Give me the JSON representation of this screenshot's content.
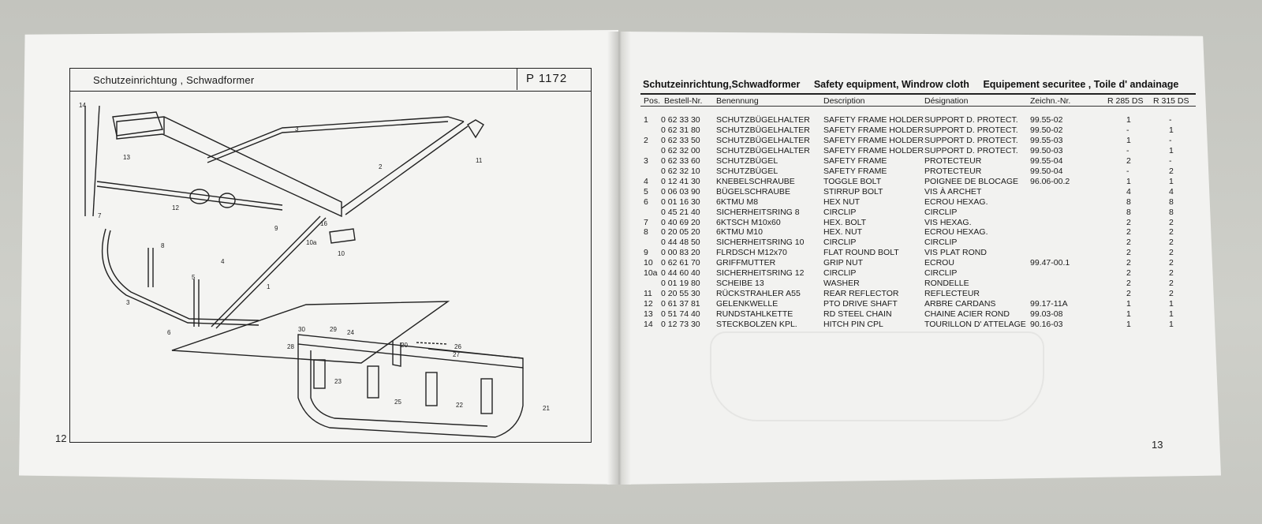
{
  "left_page": {
    "header_title": "Schutzeinrichtung ,  Schwadformer",
    "header_code": "P 1172",
    "page_number": "12",
    "diagram_callouts": [
      "14",
      "13",
      "3",
      "2",
      "11",
      "12",
      "7",
      "9",
      "8",
      "16",
      "10a",
      "10",
      "4",
      "1",
      "5",
      "3",
      "6",
      "30",
      "29",
      "24",
      "20",
      "26",
      "27",
      "28",
      "23",
      "25",
      "22",
      "21"
    ]
  },
  "right_page": {
    "title_de": "Schutzeinrichtung,Schwadformer",
    "title_en": "Safety equipment, Windrow cloth",
    "title_fr": "Equipement securitee , Toile d' andainage",
    "page_number": "13",
    "columns": [
      "Pos.",
      "Bestell-Nr.",
      "Benennung",
      "Description",
      "Désignation",
      "Zeichn.-Nr.",
      "R 285 DS",
      "R 315 DS"
    ],
    "rows": [
      {
        "pos": "1",
        "nr": "0 62 33 30",
        "ben": "SCHUTZBÜGELHALTER",
        "desc": "SAFETY FRAME HOLDER",
        "des": "SUPPORT D. PROTECT.",
        "zn": "99.55-02",
        "r285": "1",
        "r315": "-"
      },
      {
        "pos": "",
        "nr": "0 62 31 80",
        "ben": "SCHUTZBÜGELHALTER",
        "desc": "SAFETY FRAME HOLDER",
        "des": "SUPPORT D. PROTECT.",
        "zn": "99.50-02",
        "r285": "-",
        "r315": "1"
      },
      {
        "pos": "2",
        "nr": "0 62 33 50",
        "ben": "SCHUTZBÜGELHALTER",
        "desc": "SAFETY FRAME HOLDER",
        "des": "SUPPORT D. PROTECT.",
        "zn": "99.55-03",
        "r285": "1",
        "r315": "-"
      },
      {
        "pos": "",
        "nr": "0 62 32 00",
        "ben": "SCHUTZBÜGELHALTER",
        "desc": "SAFETY FRAME HOLDER",
        "des": "SUPPORT D. PROTECT.",
        "zn": "99.50-03",
        "r285": "-",
        "r315": "1"
      },
      {
        "pos": "3",
        "nr": "0 62 33 60",
        "ben": "SCHUTZBÜGEL",
        "desc": "SAFETY FRAME",
        "des": "PROTECTEUR",
        "zn": "99.55-04",
        "r285": "2",
        "r315": "-"
      },
      {
        "pos": "",
        "nr": "0 62 32 10",
        "ben": "SCHUTZBÜGEL",
        "desc": "SAFETY FRAME",
        "des": "PROTECTEUR",
        "zn": "99.50-04",
        "r285": "-",
        "r315": "2"
      },
      {
        "pos": "4",
        "nr": "0 12 41 30",
        "ben": "KNEBELSCHRAUBE",
        "desc": "TOGGLE BOLT",
        "des": "POIGNEE DE BLOCAGE",
        "zn": "96.06-00.2",
        "r285": "1",
        "r315": "1"
      },
      {
        "pos": "5",
        "nr": "0 06 03 90",
        "ben": "BÜGELSCHRAUBE",
        "desc": "STIRRUP BOLT",
        "des": "VIS À ARCHET",
        "zn": "",
        "r285": "4",
        "r315": "4"
      },
      {
        "pos": "6",
        "nr": "0 01 16 30",
        "ben": "6KTMU M8",
        "desc": "HEX NUT",
        "des": "ECROU HEXAG.",
        "zn": "",
        "r285": "8",
        "r315": "8"
      },
      {
        "pos": "",
        "nr": "0 45 21 40",
        "ben": "SICHERHEITSRING 8",
        "desc": "CIRCLIP",
        "des": "CIRCLIP",
        "zn": "",
        "r285": "8",
        "r315": "8"
      },
      {
        "pos": "7",
        "nr": "0 40 69 20",
        "ben": "6KTSCH M10x60",
        "desc": "HEX. BOLT",
        "des": "VIS HEXAG.",
        "zn": "",
        "r285": "2",
        "r315": "2"
      },
      {
        "pos": "8",
        "nr": "0 20 05 20",
        "ben": "6KTMU M10",
        "desc": "HEX. NUT",
        "des": "ECROU HEXAG.",
        "zn": "",
        "r285": "2",
        "r315": "2"
      },
      {
        "pos": "",
        "nr": "0 44 48 50",
        "ben": "SICHERHEITSRING 10",
        "desc": "CIRCLIP",
        "des": "CIRCLIP",
        "zn": "",
        "r285": "2",
        "r315": "2"
      },
      {
        "pos": "9",
        "nr": "0 00 83 20",
        "ben": "FLRDSCH M12x70",
        "desc": "FLAT ROUND BOLT",
        "des": "VIS PLAT ROND",
        "zn": "",
        "r285": "2",
        "r315": "2"
      },
      {
        "pos": "10",
        "nr": "0 62 61 70",
        "ben": "GRIFFMUTTER",
        "desc": "GRIP NUT",
        "des": "ECROU",
        "zn": "99.47-00.1",
        "r285": "2",
        "r315": "2"
      },
      {
        "pos": "10a",
        "nr": "0 44 60 40",
        "ben": "SICHERHEITSRING 12",
        "desc": "CIRCLIP",
        "des": "CIRCLIP",
        "zn": "",
        "r285": "2",
        "r315": "2"
      },
      {
        "pos": "",
        "nr": "0 01 19 80",
        "ben": "SCHEIBE 13",
        "desc": "WASHER",
        "des": "RONDELLE",
        "zn": "",
        "r285": "2",
        "r315": "2"
      },
      {
        "pos": "11",
        "nr": "0 20 55 30",
        "ben": "RÜCKSTRAHLER A55",
        "desc": "REAR REFLECTOR",
        "des": "REFLECTEUR",
        "zn": "",
        "r285": "2",
        "r315": "2"
      },
      {
        "pos": "12",
        "nr": "0 61 37 81",
        "ben": "GELENKWELLE",
        "desc": "PTO DRIVE SHAFT",
        "des": "ARBRE CARDANS",
        "zn": "99.17-11A",
        "r285": "1",
        "r315": "1"
      },
      {
        "pos": "13",
        "nr": "0 51 74 40",
        "ben": "RUNDSTAHLKETTE",
        "desc": "RD STEEL CHAIN",
        "des": "CHAINE ACIER ROND",
        "zn": "99.03-08",
        "r285": "1",
        "r315": "1"
      },
      {
        "pos": "14",
        "nr": "0 12 73 30",
        "ben": "STECKBOLZEN KPL.",
        "desc": "HITCH PIN CPL",
        "des": "TOURILLON D' ATTELAGE",
        "zn": "90.16-03",
        "r285": "1",
        "r315": "1"
      }
    ]
  }
}
